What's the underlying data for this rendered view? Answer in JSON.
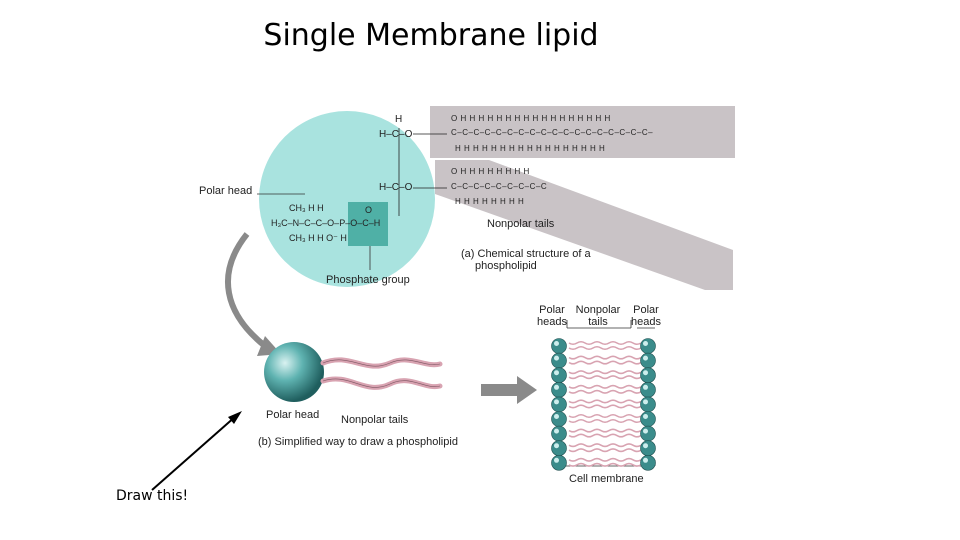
{
  "slide": {
    "title": "Single Membrane lipid",
    "note": "Draw this!"
  },
  "figure": {
    "label_polar_head_top": "Polar head",
    "label_nonpolar_tails_top": "Nonpolar tails",
    "caption_a_line1": "(a) Chemical structure of a",
    "caption_a_line2": "phospholipid",
    "label_phosphate_group": "Phosphate group",
    "label_polar_head_bottom": "Polar head",
    "label_nonpolar_tails_bottom": "Nonpolar tails",
    "caption_b": "(b) Simplified way to draw a phospholipid",
    "bilayer_label_polar_heads_left_1": "Polar",
    "bilayer_label_polar_heads_left_2": "heads",
    "bilayer_label_nonpolar_tails_1": "Nonpolar",
    "bilayer_label_nonpolar_tails_2": "tails",
    "bilayer_label_polar_heads_right_1": "Polar",
    "bilayer_label_polar_heads_right_2": "heads",
    "label_cell_membrane": "Cell membrane"
  },
  "chemistry": {
    "glycerol_H": "H",
    "glycerol_row1": "H–C–O",
    "glycerol_row2": "H–C–O",
    "choline_line1": "CH₃ H  H",
    "choline_line2": "H₃C–N–C–C–O–P–O–C–H",
    "choline_line3": "CH₃ H  H      O⁻    H",
    "phosphate_O": "O",
    "chain_top": "O  H  H  H  H  H  H  H  H  H  H  H  H  H  H  H  H  H",
    "chain_top_backbone": "C–C–C–C–C–C–C–C–C–C–C–C–C–C–C–C–C–C–",
    "chain_bottom_H": "H  H  H  H  H  H  H  H  H  H  H  H  H  H  H  H  H",
    "chain2_top": "O  H  H  H  H  H  H  H  H",
    "chain2_backbone": "C–C–C–C–C–C–C–C–C",
    "chain2_bottom_H": "H  H  H  H  H  H  H  H"
  },
  "colors": {
    "head_fill": "#a9e3df",
    "tail_band": "#c9c3c6",
    "phosphate_box": "#4fb0a6",
    "bead": "#3b8c8b",
    "tail_pink": "#d8a3b1"
  }
}
